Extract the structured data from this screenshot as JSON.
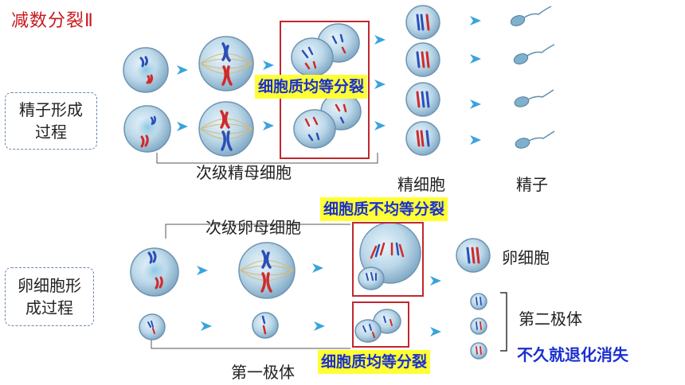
{
  "title": "减数分裂Ⅱ",
  "sperm": {
    "section_label": "精子形成过程",
    "secondary_cell_label": "次级精母细胞",
    "division_note": "细胞质均等分裂",
    "spermatid_label": "精细胞",
    "sperm_label": "精子"
  },
  "egg": {
    "section_label": "卵细胞形成过程",
    "secondary_cell_label": "次级卵母细胞",
    "unequal_division_note": "细胞质不均等分裂",
    "egg_label": "卵细胞",
    "polar_body_1_label": "第一极体",
    "polar_body_1_division_note": "细胞质均等分裂",
    "polar_body_2_label": "第二极体",
    "fate_note": "不久就退化消失"
  },
  "colors": {
    "title": "#c8181e",
    "highlight_bg": "#ffff33",
    "highlight_text": "#1a2fd0",
    "frame": "#c0282e",
    "arrow": "#3aa3dc",
    "chromosome_blue": "#2a4fb8",
    "chromosome_red": "#d02a2a"
  }
}
